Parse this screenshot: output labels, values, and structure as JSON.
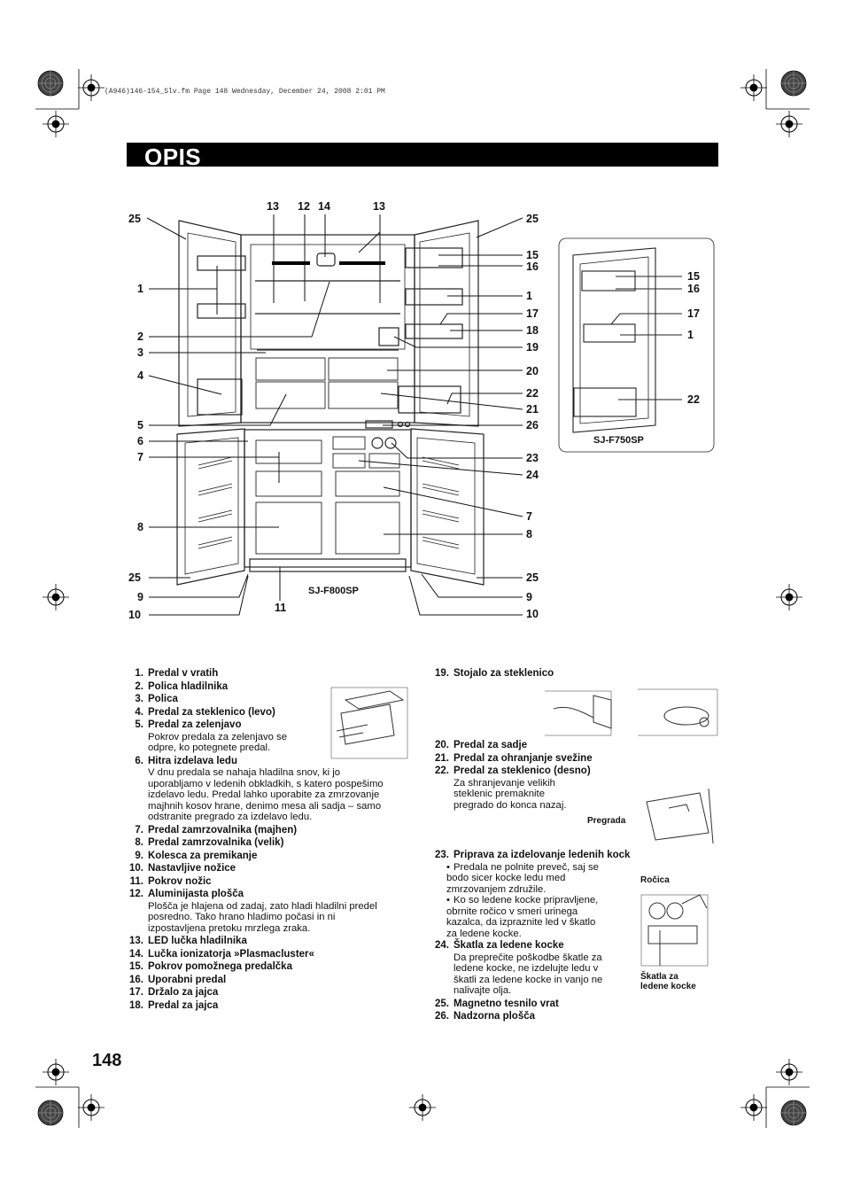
{
  "header_meta": "(A946)146-154_Slv.fm  Page 148  Wednesday, December 24, 2008  2:01 PM",
  "title": "OPIS",
  "page_number": "148",
  "diagram": {
    "model_main": "SJ-F800SP",
    "model_alt": "SJ-F750SP",
    "callouts": {
      "n1": "1",
      "n2": "2",
      "n3": "3",
      "n4": "4",
      "n5": "5",
      "n6": "6",
      "n7": "7",
      "n8": "8",
      "n9": "9",
      "n10": "10",
      "n11": "11",
      "n12": "12",
      "n13": "13",
      "n14": "14",
      "n15": "15",
      "n16": "16",
      "n17": "17",
      "n18": "18",
      "n19": "19",
      "n20": "20",
      "n21": "21",
      "n22": "22",
      "n23": "23",
      "n24": "24",
      "n25": "25",
      "n26": "26"
    }
  },
  "illustration_labels": {
    "divider": "Pregrada",
    "handle": "Ročica",
    "ice_box_line1": "Škatla za",
    "ice_box_line2": "ledene kocke"
  },
  "items_left": [
    {
      "num": "1.",
      "name": "Predal v vratih"
    },
    {
      "num": "2.",
      "name": "Polica hladilnika"
    },
    {
      "num": "3.",
      "name": "Polica"
    },
    {
      "num": "4.",
      "name": "Predal za steklenico (levo)"
    },
    {
      "num": "5.",
      "name": "Predal za zelenjavo",
      "desc": [
        "Pokrov predala za zelenjavo se",
        "odpre, ko potegnete predal."
      ]
    },
    {
      "num": "6.",
      "name": "Hitra izdelava ledu",
      "desc": [
        "V dnu predala se nahaja hladilna snov, ki jo",
        "uporabljamo v ledenih obkladkih, s katero pospešimo",
        "izdelavo ledu. Predal lahko uporabite za zmrzovanje",
        "majhnih kosov hrane, denimo mesa ali sadja – samo",
        "odstranite pregrado za izdelavo ledu."
      ]
    },
    {
      "num": "7.",
      "name": "Predal zamrzovalnika (majhen)"
    },
    {
      "num": "8.",
      "name": "Predal zamrzovalnika (velik)"
    },
    {
      "num": "9.",
      "name": "Kolesca za premikanje"
    },
    {
      "num": "10.",
      "name": "Nastavljive nožice"
    },
    {
      "num": "11.",
      "name": "Pokrov nožic"
    },
    {
      "num": "12.",
      "name": "Aluminijasta plošča",
      "desc": [
        "Plošča je hlajena od zadaj, zato hladi hladilni predel",
        "posredno. Tako hrano hladimo počasi in ni",
        "izpostavljena pretoku mrzlega zraka."
      ]
    },
    {
      "num": "13.",
      "name": "LED lučka hladilnika"
    },
    {
      "num": "14.",
      "name": "Lučka ionizatorja »Plasmacluster«"
    },
    {
      "num": "15.",
      "name": "Pokrov pomožnega predalčka"
    },
    {
      "num": "16.",
      "name": "Uporabni predal"
    },
    {
      "num": "17.",
      "name": "Držalo za jajca"
    },
    {
      "num": "18.",
      "name": "Predal za jajca"
    }
  ],
  "items_right": {
    "i19": {
      "num": "19.",
      "name": "Stojalo za steklenico"
    },
    "i20": {
      "num": "20.",
      "name": "Predal za sadje"
    },
    "i21": {
      "num": "21.",
      "name": "Predal za ohranjanje svežine"
    },
    "i22": {
      "num": "22.",
      "name": "Predal za steklenico (desno)",
      "desc": [
        "Za shranjevanje velikih",
        "steklenic premaknite",
        "pregrado do konca nazaj."
      ]
    },
    "i23": {
      "num": "23.",
      "name": "Priprava za izdelovanje ledenih kock",
      "bullets": [
        [
          "Predala ne polnite preveč, saj se",
          "bodo sicer kocke ledu med",
          "zmrzovanjem združile."
        ],
        [
          "Ko so ledene kocke pripravljene,",
          "obrnite ročico v smeri urinega",
          "kazalca, da izpraznite led v škatlo",
          "za ledene kocke."
        ]
      ]
    },
    "i24": {
      "num": "24.",
      "name": "Škatla za ledene kocke",
      "desc": [
        "Da preprečite poškodbe škatle za",
        "ledene kocke, ne izdelujte ledu v",
        "škatli za ledene kocke in vanjo ne",
        "nalivajte olja."
      ]
    },
    "i25": {
      "num": "25.",
      "name": "Magnetno tesnilo vrat"
    },
    "i26": {
      "num": "26.",
      "name": "Nadzorna plošča"
    }
  }
}
